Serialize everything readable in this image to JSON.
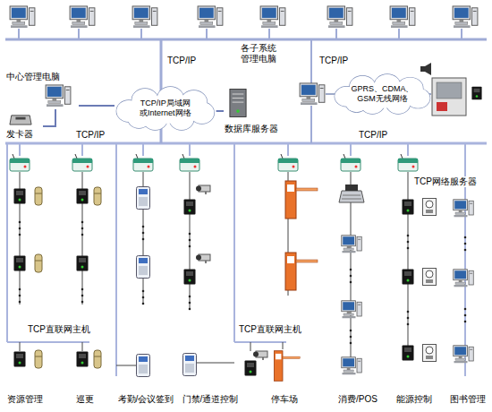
{
  "diagram": {
    "nodes": [
      {
        "text": [
          "中心管理电脑"
        ]
      },
      {
        "text": [
          "发卡器"
        ]
      },
      {
        "text": [
          "TCP/IP局域网 或Internet网络"
        ]
      },
      {
        "text": [
          "数据库服务器"
        ]
      },
      {
        "text": [
          "GPRS、CDMA、GSM无线网络"
        ]
      }
    ],
    "edges": [
      {
        "from": 1,
        "to": 0,
        "arrow": "none"
      },
      {
        "from": 0,
        "to": 2,
        "arrow": "none"
      },
      {
        "from": 2,
        "to": 3,
        "arrow": "none"
      }
    ],
    "labels": [
      "各子系统 管理电脑",
      "TCP/IP",
      "TCP/IP",
      "TCP/IP",
      "TCP/IP",
      "TCP网络服务器",
      "TCP直联网主机",
      "TCP直联网主机",
      "资源管理",
      "巡更",
      "考勤/会议签到",
      "门禁/通道控制",
      "停车场",
      "消费/POS",
      "能源控制",
      "图书管理"
    ]
  }
}
